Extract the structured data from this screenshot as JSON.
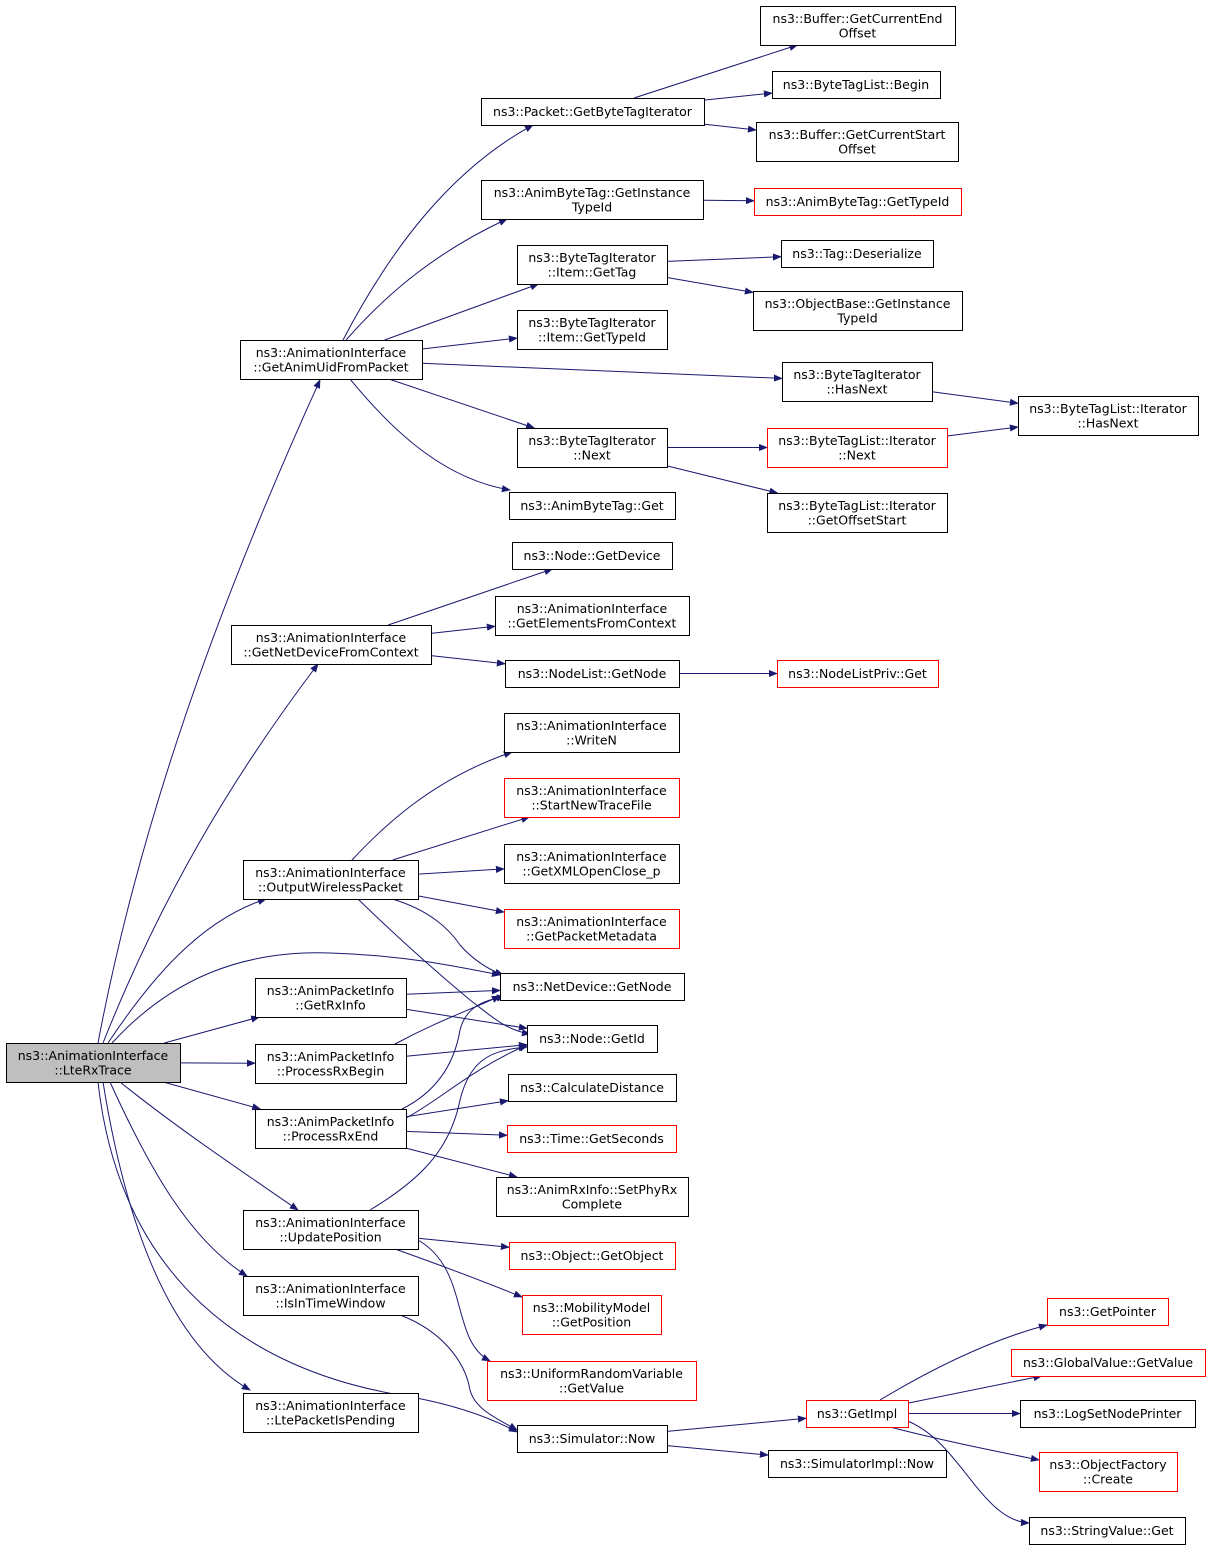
{
  "colors": {
    "edge": "#191970",
    "node_border": "#000000",
    "link_border": "#ff0000",
    "root_fill": "#bfbfbf",
    "node_fill": "#ffffff"
  },
  "nodes": [
    {
      "id": "n0",
      "lines": [
        "ns3::AnimationInterface",
        "::LteRxTrace"
      ],
      "kind": "root"
    },
    {
      "id": "n1",
      "lines": [
        "ns3::AnimationInterface",
        "::GetAnimUidFromPacket"
      ],
      "kind": "normal"
    },
    {
      "id": "n2",
      "lines": [
        "ns3::Packet::GetByteTagIterator"
      ],
      "kind": "normal"
    },
    {
      "id": "n3",
      "lines": [
        "ns3::Buffer::GetCurrentEnd",
        "Offset"
      ],
      "kind": "normal"
    },
    {
      "id": "n4",
      "lines": [
        "ns3::ByteTagList::Begin"
      ],
      "kind": "normal"
    },
    {
      "id": "n5",
      "lines": [
        "ns3::Buffer::GetCurrentStart",
        "Offset"
      ],
      "kind": "normal"
    },
    {
      "id": "n6",
      "lines": [
        "ns3::AnimByteTag::GetInstance",
        "TypeId"
      ],
      "kind": "normal"
    },
    {
      "id": "n7",
      "lines": [
        "ns3::AnimByteTag::GetTypeId"
      ],
      "kind": "link"
    },
    {
      "id": "n8",
      "lines": [
        "ns3::ByteTagIterator",
        "::Item::GetTag"
      ],
      "kind": "normal"
    },
    {
      "id": "n9",
      "lines": [
        "ns3::Tag::Deserialize"
      ],
      "kind": "normal"
    },
    {
      "id": "n10",
      "lines": [
        "ns3::ObjectBase::GetInstance",
        "TypeId"
      ],
      "kind": "normal"
    },
    {
      "id": "n11",
      "lines": [
        "ns3::ByteTagIterator",
        "::Item::GetTypeId"
      ],
      "kind": "normal"
    },
    {
      "id": "n12",
      "lines": [
        "ns3::ByteTagIterator",
        "::HasNext"
      ],
      "kind": "normal"
    },
    {
      "id": "n13",
      "lines": [
        "ns3::ByteTagList::Iterator",
        "::HasNext"
      ],
      "kind": "normal"
    },
    {
      "id": "n14",
      "lines": [
        "ns3::ByteTagIterator",
        "::Next"
      ],
      "kind": "normal"
    },
    {
      "id": "n15",
      "lines": [
        "ns3::ByteTagList::Iterator",
        "::Next"
      ],
      "kind": "link"
    },
    {
      "id": "n16",
      "lines": [
        "ns3::ByteTagList::Iterator",
        "::GetOffsetStart"
      ],
      "kind": "normal"
    },
    {
      "id": "n17",
      "lines": [
        "ns3::AnimByteTag::Get"
      ],
      "kind": "normal"
    },
    {
      "id": "n18",
      "lines": [
        "ns3::AnimationInterface",
        "::GetNetDeviceFromContext"
      ],
      "kind": "normal"
    },
    {
      "id": "n19",
      "lines": [
        "ns3::Node::GetDevice"
      ],
      "kind": "normal"
    },
    {
      "id": "n20",
      "lines": [
        "ns3::AnimationInterface",
        "::GetElementsFromContext"
      ],
      "kind": "normal"
    },
    {
      "id": "n21",
      "lines": [
        "ns3::NodeList::GetNode"
      ],
      "kind": "normal"
    },
    {
      "id": "n22",
      "lines": [
        "ns3::NodeListPriv::Get"
      ],
      "kind": "link"
    },
    {
      "id": "n23",
      "lines": [
        "ns3::AnimationInterface",
        "::OutputWirelessPacket"
      ],
      "kind": "normal"
    },
    {
      "id": "n24",
      "lines": [
        "ns3::AnimationInterface",
        "::WriteN"
      ],
      "kind": "normal"
    },
    {
      "id": "n25",
      "lines": [
        "ns3::AnimationInterface",
        "::StartNewTraceFile"
      ],
      "kind": "link"
    },
    {
      "id": "n26",
      "lines": [
        "ns3::AnimationInterface",
        "::GetXMLOpenClose_p"
      ],
      "kind": "normal"
    },
    {
      "id": "n27",
      "lines": [
        "ns3::AnimationInterface",
        "::GetPacketMetadata"
      ],
      "kind": "link"
    },
    {
      "id": "n28",
      "lines": [
        "ns3::NetDevice::GetNode"
      ],
      "kind": "normal"
    },
    {
      "id": "n29",
      "lines": [
        "ns3::Node::GetId"
      ],
      "kind": "normal"
    },
    {
      "id": "n30",
      "lines": [
        "ns3::AnimPacketInfo",
        "::GetRxInfo"
      ],
      "kind": "normal"
    },
    {
      "id": "n31",
      "lines": [
        "ns3::AnimPacketInfo",
        "::ProcessRxBegin"
      ],
      "kind": "normal"
    },
    {
      "id": "n32",
      "lines": [
        "ns3::AnimPacketInfo",
        "::ProcessRxEnd"
      ],
      "kind": "normal"
    },
    {
      "id": "n33",
      "lines": [
        "ns3::CalculateDistance"
      ],
      "kind": "normal"
    },
    {
      "id": "n34",
      "lines": [
        "ns3::Time::GetSeconds"
      ],
      "kind": "link"
    },
    {
      "id": "n35",
      "lines": [
        "ns3::AnimRxInfo::SetPhyRx",
        "Complete"
      ],
      "kind": "normal"
    },
    {
      "id": "n36",
      "lines": [
        "ns3::AnimationInterface",
        "::UpdatePosition"
      ],
      "kind": "normal"
    },
    {
      "id": "n37",
      "lines": [
        "ns3::Object::GetObject"
      ],
      "kind": "link"
    },
    {
      "id": "n38",
      "lines": [
        "ns3::MobilityModel",
        "::GetPosition"
      ],
      "kind": "link"
    },
    {
      "id": "n39",
      "lines": [
        "ns3::UniformRandomVariable",
        "::GetValue"
      ],
      "kind": "link"
    },
    {
      "id": "n40",
      "lines": [
        "ns3::AnimationInterface",
        "::IsInTimeWindow"
      ],
      "kind": "normal"
    },
    {
      "id": "n41",
      "lines": [
        "ns3::AnimationInterface",
        "::LtePacketIsPending"
      ],
      "kind": "normal"
    },
    {
      "id": "n42",
      "lines": [
        "ns3::Simulator::Now"
      ],
      "kind": "normal"
    },
    {
      "id": "n43",
      "lines": [
        "ns3::GetImpl"
      ],
      "kind": "link"
    },
    {
      "id": "n44",
      "lines": [
        "ns3::SimulatorImpl::Now"
      ],
      "kind": "normal"
    },
    {
      "id": "n45",
      "lines": [
        "ns3::GetPointer"
      ],
      "kind": "link"
    },
    {
      "id": "n46",
      "lines": [
        "ns3::GlobalValue::GetValue"
      ],
      "kind": "link"
    },
    {
      "id": "n47",
      "lines": [
        "ns3::LogSetNodePrinter"
      ],
      "kind": "normal"
    },
    {
      "id": "n48",
      "lines": [
        "ns3::ObjectFactory",
        "::Create"
      ],
      "kind": "link"
    },
    {
      "id": "n49",
      "lines": [
        "ns3::StringValue::Get"
      ],
      "kind": "normal"
    }
  ],
  "edges": [
    [
      "n0",
      "n1"
    ],
    [
      "n0",
      "n18"
    ],
    [
      "n0",
      "n23"
    ],
    [
      "n0",
      "n28"
    ],
    [
      "n0",
      "n30"
    ],
    [
      "n0",
      "n31"
    ],
    [
      "n0",
      "n32"
    ],
    [
      "n0",
      "n36"
    ],
    [
      "n0",
      "n40"
    ],
    [
      "n0",
      "n41"
    ],
    [
      "n0",
      "n42"
    ],
    [
      "n1",
      "n2"
    ],
    [
      "n1",
      "n6"
    ],
    [
      "n1",
      "n8"
    ],
    [
      "n1",
      "n11"
    ],
    [
      "n1",
      "n12"
    ],
    [
      "n1",
      "n14"
    ],
    [
      "n1",
      "n17"
    ],
    [
      "n2",
      "n3"
    ],
    [
      "n2",
      "n4"
    ],
    [
      "n2",
      "n5"
    ],
    [
      "n6",
      "n7"
    ],
    [
      "n8",
      "n9"
    ],
    [
      "n8",
      "n10"
    ],
    [
      "n12",
      "n13"
    ],
    [
      "n14",
      "n15"
    ],
    [
      "n14",
      "n16"
    ],
    [
      "n15",
      "n13"
    ],
    [
      "n18",
      "n19"
    ],
    [
      "n18",
      "n20"
    ],
    [
      "n18",
      "n21"
    ],
    [
      "n21",
      "n22"
    ],
    [
      "n23",
      "n24"
    ],
    [
      "n23",
      "n25"
    ],
    [
      "n23",
      "n26"
    ],
    [
      "n23",
      "n27"
    ],
    [
      "n23",
      "n28"
    ],
    [
      "n23",
      "n29"
    ],
    [
      "n30",
      "n28"
    ],
    [
      "n30",
      "n29"
    ],
    [
      "n31",
      "n28"
    ],
    [
      "n31",
      "n29"
    ],
    [
      "n32",
      "n28"
    ],
    [
      "n32",
      "n29"
    ],
    [
      "n32",
      "n33"
    ],
    [
      "n32",
      "n34"
    ],
    [
      "n32",
      "n35"
    ],
    [
      "n36",
      "n29"
    ],
    [
      "n36",
      "n37"
    ],
    [
      "n36",
      "n38"
    ],
    [
      "n36",
      "n39"
    ],
    [
      "n40",
      "n42"
    ],
    [
      "n42",
      "n43"
    ],
    [
      "n42",
      "n44"
    ],
    [
      "n43",
      "n45"
    ],
    [
      "n43",
      "n46"
    ],
    [
      "n43",
      "n47"
    ],
    [
      "n43",
      "n48"
    ],
    [
      "n43",
      "n49"
    ]
  ]
}
